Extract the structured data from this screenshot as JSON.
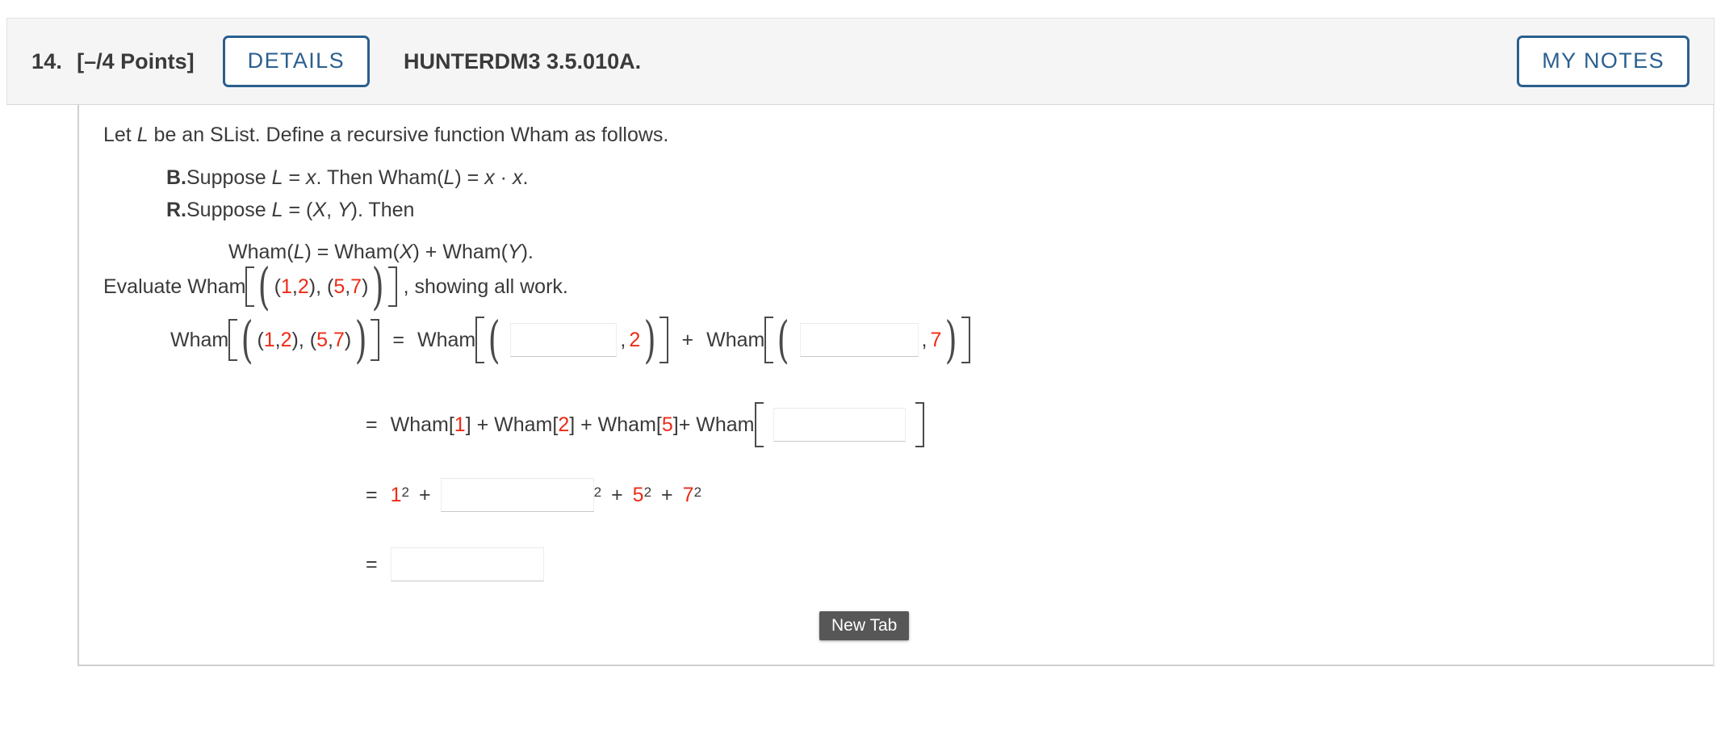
{
  "header": {
    "question_number": "14.",
    "points": "[–/4 Points]",
    "details_label": "DETAILS",
    "question_code": "HUNTERDM3 3.5.010A.",
    "my_notes_label": "MY NOTES"
  },
  "colors": {
    "accent_blue": "#2a5f8f",
    "value_red": "#ee2b17",
    "text": "#3a3a3a",
    "header_bg": "#f5f5f5",
    "tooltip_bg": "#575757"
  },
  "problem": {
    "intro_pre": "Let ",
    "intro_var": "L",
    "intro_post": " be an SList. Define a recursive function Wham as follows.",
    "case_b": {
      "label": "B.",
      "t1": "Suppose  ",
      "v1": "L",
      "t2": " = ",
      "v2": "x",
      "t3": ".  Then Wham(",
      "v3": "L",
      "t4": ") = ",
      "v4": "x",
      "t5": " · ",
      "v5": "x",
      "t6": "."
    },
    "case_r": {
      "label": "R.",
      "t1": "Suppose  ",
      "v1": "L",
      "t2": " = (",
      "v2": "X",
      "t3": ", ",
      "v3": "Y",
      "t4": ").  Then"
    },
    "recursion": {
      "t1": "Wham(",
      "v1": "L",
      "t2": ") = Wham(",
      "v2": "X",
      "t3": ") + Wham(",
      "v3": "Y",
      "t4": ")."
    },
    "evaluate": {
      "prefix": "Evaluate  Wham",
      "open_paren": "(",
      "a": "1",
      "comma1": ", ",
      "b": "2",
      "mid": "), (",
      "c": "5",
      "comma2": ", ",
      "d": "7",
      "close_paren": ")",
      "suffix": ", showing all work."
    }
  },
  "work": {
    "line1": {
      "lhs_fn": "Wham",
      "lhs_a": "1",
      "lhs_b": "2",
      "lhs_c": "5",
      "lhs_d": "7",
      "lhs_comma": ", ",
      "lhs_mid": "), (",
      "equals": "=",
      "fn1": "Wham",
      "input1_value": "",
      "input1_placeholder": "",
      "known1": "2",
      "plus": "+",
      "fn2": "Wham",
      "input2_value": "",
      "input2_placeholder": "",
      "known2": "7",
      "sep_comma": ","
    },
    "line2": {
      "equals": "=",
      "t1": "Wham[",
      "v1": "1",
      "t2": "] + Wham[",
      "v2": "2",
      "t3": "] + Wham[",
      "v3": "5",
      "t4": "]+ Wham",
      "input_value": "",
      "input_placeholder": ""
    },
    "line3": {
      "equals": "=",
      "base1": "1",
      "exp1": "2",
      "plus1": "+",
      "input_value": "",
      "input_placeholder": "",
      "exp_box": "2",
      "plus2": "+",
      "base2": "5",
      "exp2": "2",
      "plus3": "+",
      "base3": "7",
      "exp3": "2"
    },
    "line4": {
      "equals": "=",
      "input_value": "",
      "input_placeholder": ""
    }
  },
  "tooltip": {
    "label": "New Tab"
  }
}
